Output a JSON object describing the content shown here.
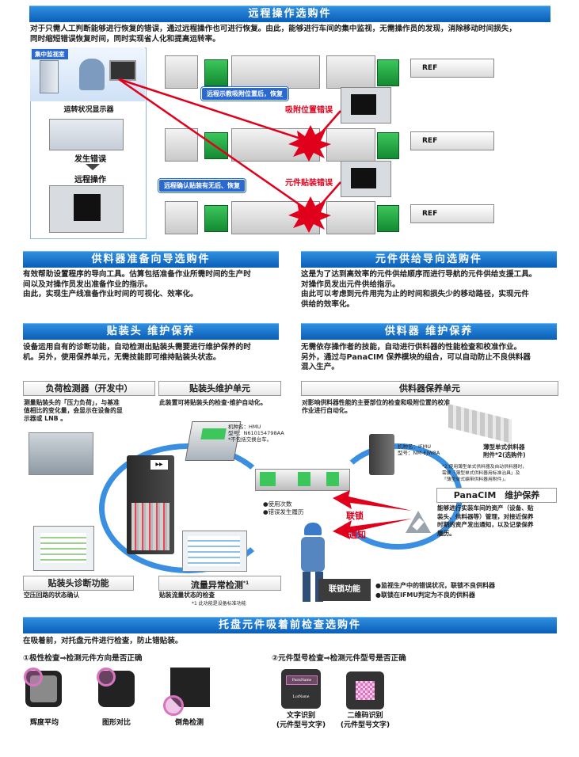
{
  "remote": {
    "title": "远程操作选购件",
    "desc1": "对于只需人工判断能够进行恢复的错误，通过远程操作也可进行恢复。由此，能够进行车间的集中监视，无需操作员的发现，消除移动时间损失，",
    "desc2": "同时缩短错误恢复时间，同时实现省人化和提高运转率。",
    "center_label": "集中监视室",
    "display_label": "运转状况显示器",
    "error_label": "发生错误",
    "remote_label": "远程操作",
    "tag1": "远程示教吸附位置后，恢复",
    "tag2": "远程确认贴装有无后、恢复",
    "err1": "吸附位置错误",
    "err2": "元件贴装错误",
    "ref": [
      "REF",
      "REF",
      "REF"
    ]
  },
  "feeder_prep": {
    "title": "供料器准备向导选购件",
    "l1": "有效帮助设置程序的导向工具。估算包括准备作业所需时间的生产时",
    "l2": "间以及对操作员发出准备作业的指示。",
    "l3": "由此，实现生产线准备作业时间的可视化、效率化。"
  },
  "supply_guide": {
    "title": "元件供给导向选购件",
    "l1": "这是为了达到高效率的元件供给顺序而进行导航的元件供给支援工具。",
    "l2": "对操作员发出元件供给指示。",
    "l3": "由此可以考虑到元件用完为止的时间和损失少的移动路径，实现元件",
    "l4": "供给的效率化。"
  },
  "head_maint": {
    "title": "贴装头 维护保养",
    "l1": "设备运用自有的诊断功能，自动检测出贴装头需要进行维护保养的时",
    "l2": "机。另外，使用保养单元，无需技能即可维持贴装头状态。",
    "load_title": "负荷检测器（开发中）",
    "load_l1": "测量贴装头的「压力负荷」，与基准",
    "load_l2": "值相比的变化量，会显示在设备的显",
    "load_l3": "示器或 LNB 。",
    "unit_title": "贴装头维护单元",
    "unit_desc": "此装置可将贴装头的检查·维护自动化。",
    "model_l1": "机种名：HMU",
    "model_l2": "型号：N610154798AA",
    "model_l3": "*不包括交换台车。",
    "diag_title": "贴装头诊断功能",
    "diag_desc": "空压回路的状态确认",
    "flow_title": "流量异常检测",
    "flow_sup": "*1",
    "flow_desc": "贴装流量状态的检查",
    "flow_note": "*1 此功能是设备标准功能"
  },
  "feeder_maint": {
    "title": "供料器 维护保养",
    "l1": "无需依存操作者的技能，自动进行供料器的性能检查和校准作业。",
    "l2": "另外，通过与PanaCIM 保养模块的组合，可以自动防止不良供料器",
    "l3": "混入生产。",
    "unit_title": "供料器保养单元",
    "unit_l1": "对影响供料器性能的主要部位的检查和吸附位置的校准",
    "unit_l2": "作业进行自动化。",
    "model_l1": "机种名：IFMU",
    "model_l2": "型号：NM-EJW8A",
    "tape_l1": "薄型单式供料器",
    "tape_l2": "附件*2(选购件)",
    "note_l1": "*2:使用薄型单式供料器及自动供料器时，",
    "note_l2": "需要「薄型单式供料器用标准治具」及",
    "note_l3": "「薄型单式编带供料器用附件」。",
    "used_count": "●使用次数",
    "error_history": "●错误发生履历",
    "interlock": "联锁",
    "notify": "通知",
    "panacim_title": "PanaCIM　维护保养",
    "pc_l1": "能够进行实装车间的资产（设备、贴",
    "pc_l2": "装头、供料器等）管理，对接近保养",
    "pc_l3": "时期的资产发出通知，以及记录保养",
    "pc_l4": "履历。",
    "interlock_func": "联锁功能",
    "if_l1": "●监视生产中的错误状况，联锁不良供料器",
    "if_l2": "●联锁在IFMU判定为不良的供料器"
  },
  "tray": {
    "title": "托盘元件吸着前检查选购件",
    "desc": "在吸着前，对托盘元件进行检查，防止错贴装。",
    "polarity": "①极性检查⇒检测元件方向是否正确",
    "model": "②元件型号检查⇒检测元件型号是否正确",
    "items": [
      "辉度平均",
      "图形对比",
      "倒角检测"
    ],
    "text_recog": "文字识别",
    "text_recog_sub": "(元件型号文字)",
    "qr_recog": "二维码识别",
    "qr_recog_sub": "(元件型号文字)",
    "part_name": "PartsName",
    "lot_name": "LotName"
  }
}
